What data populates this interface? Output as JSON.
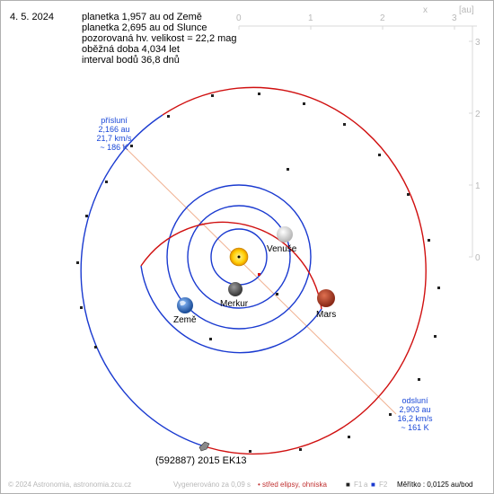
{
  "header": {
    "date": "4. 5. 2024",
    "lines": [
      "planetka 1,957 au od Země",
      "planetka 2,695 au od Slunce",
      "pozorovaná hv. velikost = 22,2 mag",
      "oběžná doba 4,034 let",
      "interval bodů 36,8 dnů"
    ]
  },
  "perihelion": {
    "lines": [
      "přísluní",
      "2,166 au",
      "21,7 km/s",
      "~ 186 K"
    ]
  },
  "aphelion": {
    "lines": [
      "odsluní",
      "2,903 au",
      "16,2 km/s",
      "~ 161 K"
    ]
  },
  "planets": {
    "mercury": "Merkur",
    "venus": "Venuše",
    "earth": "Země",
    "mars": "Mars"
  },
  "asteroid_label": "(592887) 2015 EK13",
  "axes": {
    "x_label": "x",
    "unit_label": "[au]",
    "x_ticks": [
      "0",
      "1",
      "2",
      "3"
    ],
    "y_ticks": [
      "3",
      "2",
      "1",
      "0"
    ]
  },
  "footer": {
    "copyright": "© 2024 Astronomia, astronomia.zcu.cz",
    "generated": "Vygenerováno za 0,09 s",
    "legend_center": "• střed elipsy, ohniska",
    "legend_f1": "F1",
    "legend_a": "a",
    "legend_f2": "F2",
    "scale": "Měřítko : 0,0125 au/bod"
  },
  "colors": {
    "orbit_planet": "#1a3ad0",
    "orbit_asteroid_red": "#d01010",
    "orbit_asteroid_blue": "#1a3ad0",
    "apsis_line": "#f0b090",
    "info_blue": "#1a48d8"
  },
  "icons": {
    "sun": "sun-icon",
    "mercury": "mercury-icon",
    "venus": "venus-icon",
    "earth": "earth-icon",
    "mars": "mars-icon",
    "asteroid": "asteroid-icon"
  }
}
